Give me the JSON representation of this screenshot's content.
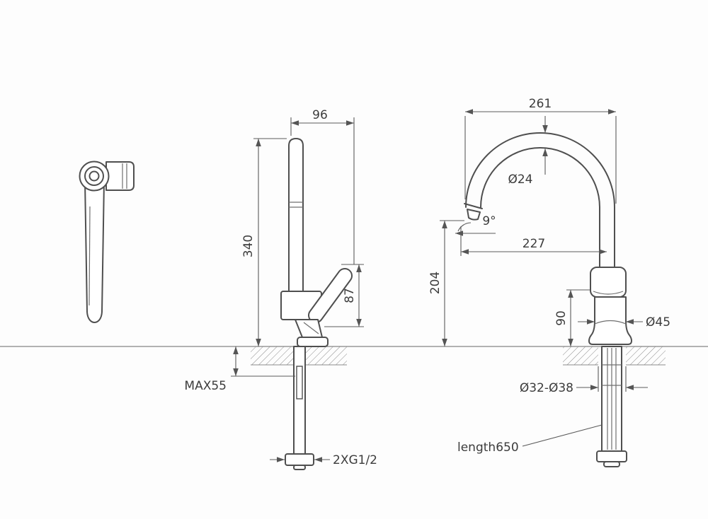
{
  "colors": {
    "outline": "#4f4f4f",
    "dimension_lines": "#5a5a5a",
    "countertop": "#9a9a9a",
    "background": "#ffffff"
  },
  "dims": {
    "spout_top_offset": "96",
    "overall_height": "340",
    "handle_rise": "87",
    "max_deck_thickness": "MAX55",
    "thread_spec": "2XG1/2",
    "spout_reach_overall": "261",
    "spout_tube_diameter": "Ø24",
    "spout_tilt_angle": "9°",
    "spout_reach_axis": "227",
    "outlet_height": "204",
    "body_height": "90",
    "body_diameter": "Ø45",
    "mounting_hole_diameter": "Ø32-Ø38",
    "hose_length": "length650"
  }
}
